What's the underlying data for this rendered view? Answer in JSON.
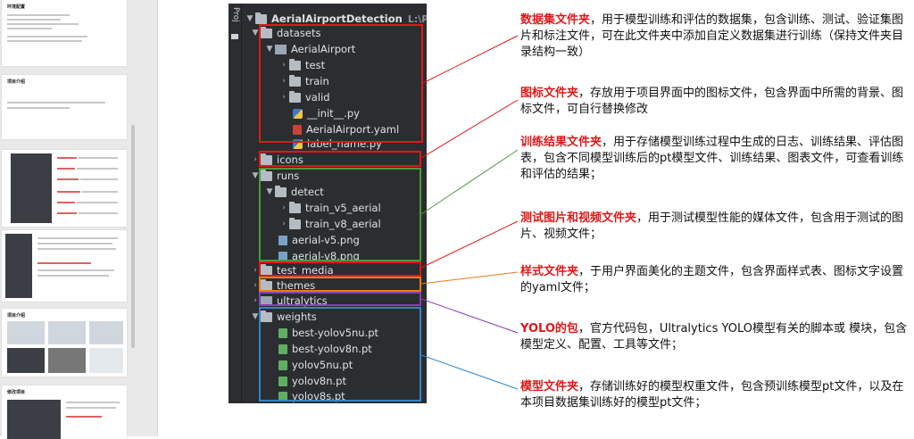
{
  "tree": {
    "side_label": "Proj",
    "root": {
      "name": "AerialAirportDetection",
      "path": "L:\\Pytho"
    },
    "items": [
      {
        "name": "datasets"
      },
      {
        "name": "AerialAirport"
      },
      {
        "name": "test"
      },
      {
        "name": "train"
      },
      {
        "name": "valid"
      },
      {
        "name": "__init__.py"
      },
      {
        "name": "AerialAirport.yaml"
      },
      {
        "name": "label_name.py"
      },
      {
        "name": "icons"
      },
      {
        "name": "runs"
      },
      {
        "name": "detect"
      },
      {
        "name": "train_v5_aerial"
      },
      {
        "name": "train_v8_aerial"
      },
      {
        "name": "aerial-v5.png"
      },
      {
        "name": "aerial-v8.png"
      },
      {
        "name": "test_media"
      },
      {
        "name": "themes"
      },
      {
        "name": "ultralytics"
      },
      {
        "name": "weights"
      },
      {
        "name": "best-yolov5nu.pt"
      },
      {
        "name": "best-yolov8n.pt"
      },
      {
        "name": "yolov5nu.pt"
      },
      {
        "name": "yolov8n.pt"
      },
      {
        "name": "yolov8s.pt"
      }
    ]
  },
  "annotations": [
    {
      "title": "数据集文件夹",
      "text": "，用于模型训练和评估的数据集，包含训练、测试、验证集图片和标注文件，可在此文件夹中添加自定义数据集进行训练（保持文件夹目录结构一致）",
      "color": "#e01818"
    },
    {
      "title": "图标文件夹",
      "text": "，存放用于项目界面中的图标文件，包含界面中所需的背景、图标文件，可自行替换修改",
      "color": "#e01818"
    },
    {
      "title": "训练结果文件夹",
      "text": "，用于存储模型训练过程中生成的日志、训练结果、评估图表，包含不同模型训练后的pt模型文件、训练结果、图表文件，可查看训练和评估的结果；",
      "color": "#4a9b3c"
    },
    {
      "title": "测试图片和视频文件夹",
      "text": "，用于测试模型性能的媒体文件，包含用于测试的图片、视频文件；",
      "color": "#e01818"
    },
    {
      "title": "样式文件夹",
      "text": "，于用户界面美化的主题文件，包含界面样式表、图标文字设置的yaml文件；",
      "color": "#e87d1e"
    },
    {
      "title": "YOLO的包",
      "text": "，官方代码包，Ultralytics YOLO模型有关的脚本或 模块，包含模型定义、配置、工具等文件；",
      "color": "#8b3fb5"
    },
    {
      "title": "模型文件夹",
      "text": "，存储训练好的模型权重文件，包含预训练模型pt文件，以及在本项目数据集训练好的模型pt文件；",
      "color": "#2e86c9"
    }
  ],
  "thumbnails": {
    "slide1_title": "环境配置",
    "slide2_title": "项目介绍",
    "slide3_title": "项目介绍",
    "slide4_title": "修改项目"
  }
}
